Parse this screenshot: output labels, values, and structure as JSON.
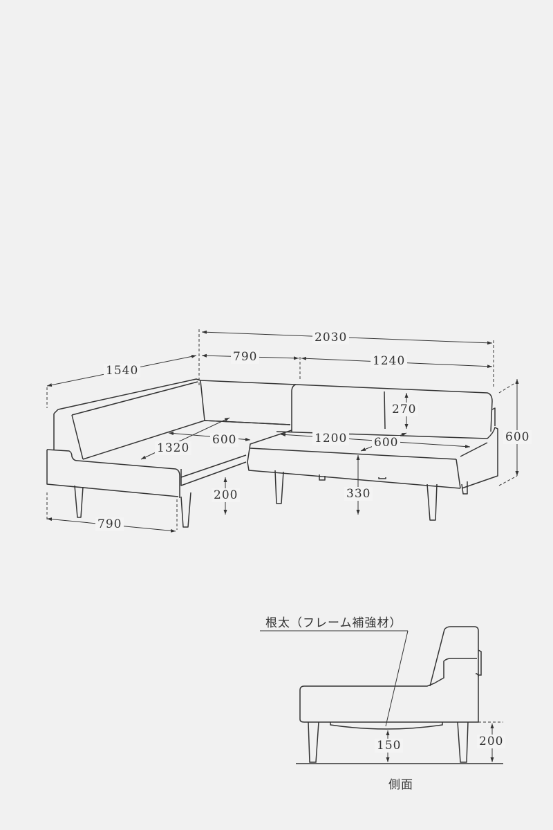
{
  "diagram": {
    "type": "furniture-dimension-drawing",
    "subject": "L-shaped couch sofa",
    "units": "mm",
    "main_view": {
      "dimensions": {
        "total_width": "2030",
        "corner_width": "790",
        "right_section_width": "1240",
        "left_section_length": "1540",
        "left_depth": "790",
        "total_height": "600",
        "back_height": "270",
        "left_seat_length": "1320",
        "left_seat_depth": "600",
        "right_seat_length": "1200",
        "right_seat_depth": "600",
        "seat_height": "330",
        "floor_clearance": "200"
      }
    },
    "side_view": {
      "callout": "根太（フレーム補強材）",
      "caption": "側面",
      "dimensions": {
        "frame_clearance": "150",
        "floor_clearance": "200"
      }
    }
  },
  "colors": {
    "background": "#f1f1f1",
    "line": "#333333"
  }
}
